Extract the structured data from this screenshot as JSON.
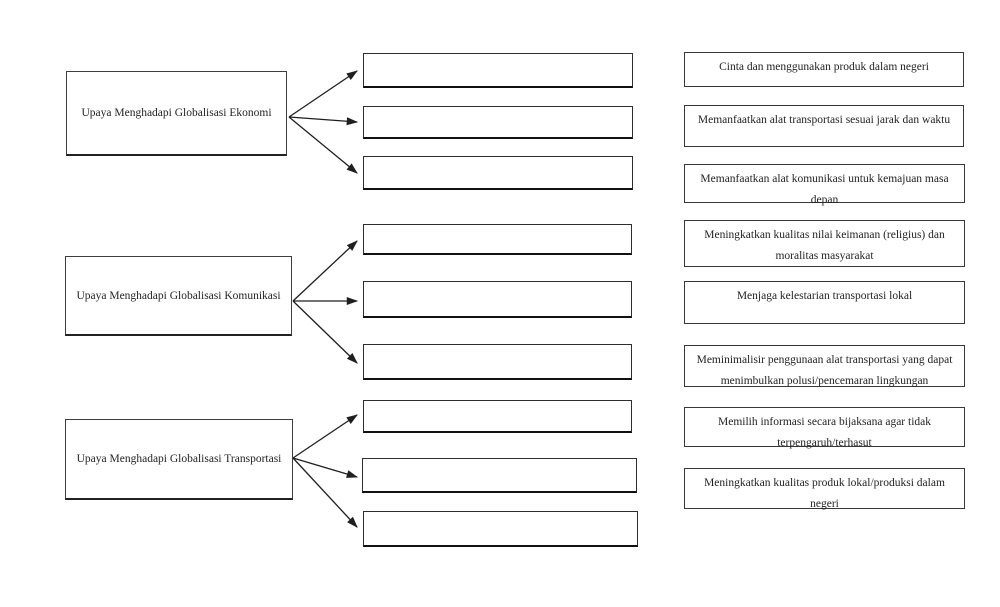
{
  "diagram": {
    "description": "Matching worksheet: efforts to face globalization",
    "colors": {
      "background": "#ffffff",
      "border": "#3d3d3d",
      "text": "#1f1f1f",
      "arrow": "#1f1f1f"
    },
    "left_boxes": [
      {
        "label": "Upaya Menghadapi Globalisasi Ekonomi"
      },
      {
        "label": "Upaya Menghadapi Globalisasi Komunikasi"
      },
      {
        "label": "Upaya Menghadapi Globalisasi Transportasi"
      }
    ],
    "answer_slots_count": 9,
    "right_boxes": [
      {
        "label": "Cinta dan menggunakan produk dalam negeri",
        "lines": [
          "Cinta dan menggunakan produk dalam negeri"
        ]
      },
      {
        "label": "Memanfaatkan alat transportasi sesuai jarak dan waktu",
        "lines": [
          "Memanfaatkan alat transportasi sesuai jarak dan waktu"
        ]
      },
      {
        "label": "Memanfaatkan alat komunikasi untuk kemajuan masa depan",
        "lines": [
          "Memanfaatkan alat komunikasi untuk kemajuan masa",
          "depan"
        ]
      },
      {
        "label": "Meningkatkan kualitas nilai keimanan (religius) dan moralitas masyarakat",
        "lines": [
          "Meningkatkan kualitas nilai keimanan (religius) dan",
          "moralitas masyarakat"
        ]
      },
      {
        "label": "Menjaga kelestarian transportasi lokal",
        "lines": [
          "Menjaga kelestarian transportasi lokal"
        ]
      },
      {
        "label": "Meminimalisir penggunaan alat transportasi yang dapat menimbulkan polusi/pencemaran lingkungan",
        "lines": [
          "Meminimalisir penggunaan alat transportasi yang dapat",
          "menimbulkan polusi/pencemaran lingkungan"
        ]
      },
      {
        "label": "Memilih informasi secara bijaksana agar tidak terpengaruh/terhasut",
        "lines": [
          "Memilih informasi secara bijaksana agar tidak",
          "terpengaruh/terhasut"
        ]
      },
      {
        "label": "Meningkatkan kualitas produk lokal/produksi dalam negeri",
        "lines": [
          "Meningkatkan kualitas produk lokal/produksi dalam",
          "negeri"
        ]
      }
    ]
  }
}
